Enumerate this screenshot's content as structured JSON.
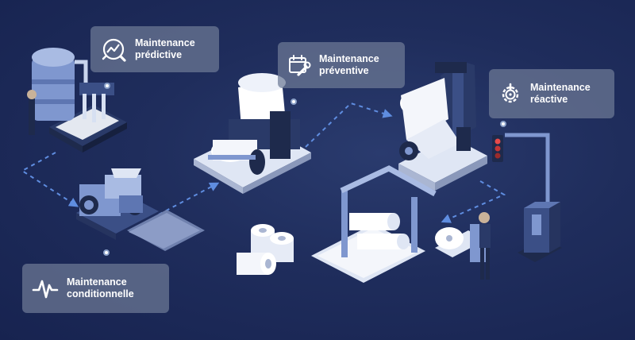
{
  "labels": {
    "predictive": {
      "line1": "Maintenance",
      "line2": "prédictive",
      "icon": "analytics-magnifier-icon"
    },
    "preventive": {
      "line1": "Maintenance",
      "line2": "préventive",
      "icon": "calendar-wrench-icon"
    },
    "reactive": {
      "line1": "Maintenance",
      "line2": "réactive",
      "icon": "gear-alert-icon"
    },
    "conditional": {
      "line1": "Maintenance",
      "line2": "conditionnelle",
      "icon": "pulse-wave-icon"
    }
  },
  "colors": {
    "background": "#1f2d5c",
    "machine_blue": "#7f97cf",
    "machine_light": "#dfe6f4",
    "machine_dark": "#1e2a4c",
    "arrow": "#5f8de0",
    "label_bg": "#6e7a96"
  }
}
